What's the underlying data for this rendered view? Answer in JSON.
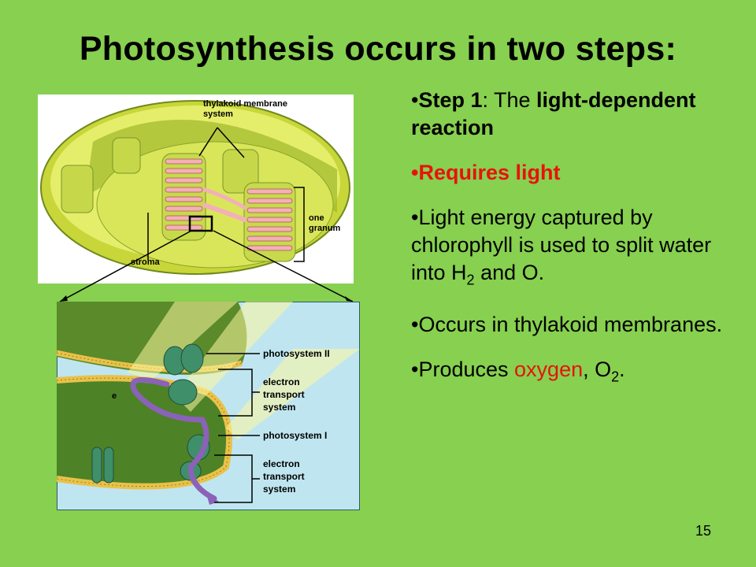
{
  "slide": {
    "title": "Photosynthesis occurs in two steps:",
    "page_number": "15"
  },
  "bullets": {
    "b1_prefix": "•",
    "b1_step": "Step 1",
    "b1_mid": ": The ",
    "b1_bold": "light-dependent reaction",
    "b2": "•Requires light",
    "b3_text": "•Light energy captured by chlorophyll is used to split water into H",
    "b3_sub": "2",
    "b3_end": " and O.",
    "b4": "•Occurs in thylakoid membranes.",
    "b5_prefix": "•Produces ",
    "b5_red": "oxygen",
    "b5_mid": ", O",
    "b5_sub": "2",
    "b5_end": "."
  },
  "chloroplast_labels": {
    "thylakoid_line1": "thylakoid membrane",
    "thylakoid_line2": "system",
    "granum_line1": "one",
    "granum_line2": "granum",
    "stroma": "stroma"
  },
  "membrane_labels": {
    "ps2": "photosystem II",
    "etc1_line1": "electron",
    "etc1_line2": "transport",
    "etc1_line3": "system",
    "ps1": "photosystem I",
    "etc2_line1": "electron",
    "etc2_line2": "transport",
    "etc2_line3": "system",
    "electron": "e"
  },
  "colors": {
    "background": "#87d050",
    "red_text": "#e8120c",
    "chloroplast_yellow": "#d8e84a",
    "water_blue": "#bfe6f0"
  }
}
